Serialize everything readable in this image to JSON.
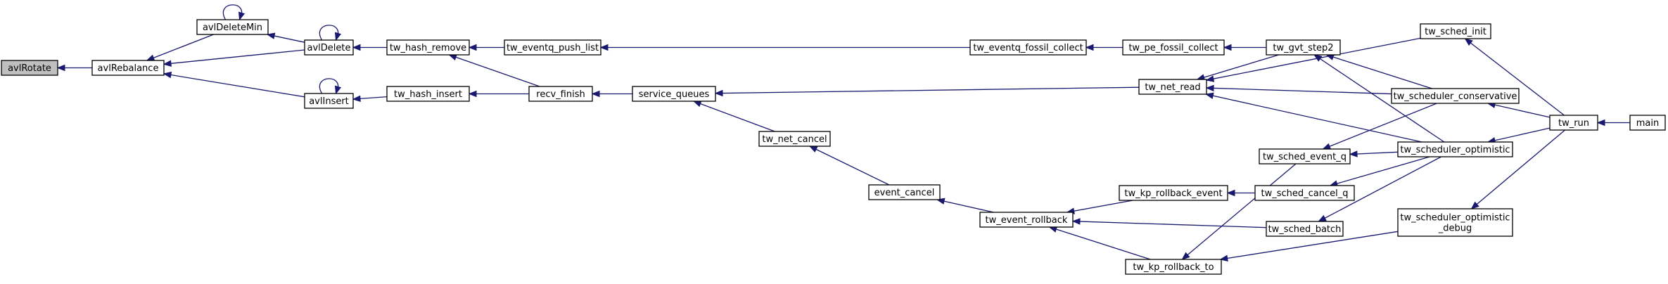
{
  "diagram": {
    "type": "call-graph",
    "colors": {
      "edge": "#191970",
      "node_border": "#000000",
      "highlight_fill": "#bfbfbf",
      "node_fill": "#ffffff"
    },
    "nodes": [
      {
        "id": "avlRotate",
        "label": "avlRotate",
        "highlight": true
      },
      {
        "id": "avlRebalance",
        "label": "avlRebalance"
      },
      {
        "id": "avlDeleteMin",
        "label": "avlDeleteMin"
      },
      {
        "id": "avlDelete",
        "label": "avlDelete"
      },
      {
        "id": "avlInsert",
        "label": "avlInsert"
      },
      {
        "id": "tw_hash_remove",
        "label": "tw_hash_remove"
      },
      {
        "id": "tw_hash_insert",
        "label": "tw_hash_insert"
      },
      {
        "id": "tw_eventq_push_list",
        "label": "tw_eventq_push_list"
      },
      {
        "id": "recv_finish",
        "label": "recv_finish"
      },
      {
        "id": "service_queues",
        "label": "service_queues"
      },
      {
        "id": "tw_net_cancel",
        "label": "tw_net_cancel"
      },
      {
        "id": "event_cancel",
        "label": "event_cancel"
      },
      {
        "id": "tw_event_rollback",
        "label": "tw_event_rollback"
      },
      {
        "id": "tw_eventq_fossil_collect",
        "label": "tw_eventq_fossil_collect"
      },
      {
        "id": "tw_pe_fossil_collect",
        "label": "tw_pe_fossil_collect"
      },
      {
        "id": "tw_net_read",
        "label": "tw_net_read"
      },
      {
        "id": "tw_kp_rollback_event",
        "label": "tw_kp_rollback_event"
      },
      {
        "id": "tw_kp_rollback_to",
        "label": "tw_kp_rollback_to"
      },
      {
        "id": "tw_gvt_step2",
        "label": "tw_gvt_step2"
      },
      {
        "id": "tw_sched_event_q",
        "label": "tw_sched_event_q"
      },
      {
        "id": "tw_sched_cancel_q",
        "label": "tw_sched_cancel_q"
      },
      {
        "id": "tw_sched_batch",
        "label": "tw_sched_batch"
      },
      {
        "id": "tw_sched_init",
        "label": "tw_sched_init"
      },
      {
        "id": "tw_scheduler_conservative",
        "label": "tw_scheduler_conservative"
      },
      {
        "id": "tw_scheduler_optimistic",
        "label": "tw_scheduler_optimistic"
      },
      {
        "id": "tw_scheduler_optimistic_debug",
        "label": "tw_scheduler_optimistic\n_debug"
      },
      {
        "id": "tw_run",
        "label": "tw_run"
      },
      {
        "id": "main",
        "label": "main"
      }
    ],
    "edges": [
      {
        "from": "avlRebalance",
        "to": "avlRotate"
      },
      {
        "from": "avlDeleteMin",
        "to": "avlRebalance"
      },
      {
        "from": "avlDelete",
        "to": "avlRebalance"
      },
      {
        "from": "avlInsert",
        "to": "avlRebalance"
      },
      {
        "from": "avlDeleteMin",
        "to": "avlDeleteMin"
      },
      {
        "from": "avlDelete",
        "to": "avlDeleteMin"
      },
      {
        "from": "avlDelete",
        "to": "avlDelete"
      },
      {
        "from": "avlInsert",
        "to": "avlInsert"
      },
      {
        "from": "tw_hash_remove",
        "to": "avlDelete"
      },
      {
        "from": "tw_hash_insert",
        "to": "avlInsert"
      },
      {
        "from": "tw_eventq_push_list",
        "to": "tw_hash_remove"
      },
      {
        "from": "recv_finish",
        "to": "tw_hash_remove"
      },
      {
        "from": "recv_finish",
        "to": "tw_hash_insert"
      },
      {
        "from": "service_queues",
        "to": "recv_finish"
      },
      {
        "from": "tw_eventq_fossil_collect",
        "to": "tw_eventq_push_list"
      },
      {
        "from": "tw_net_cancel",
        "to": "service_queues"
      },
      {
        "from": "tw_net_read",
        "to": "service_queues"
      },
      {
        "from": "event_cancel",
        "to": "tw_net_cancel"
      },
      {
        "from": "tw_event_rollback",
        "to": "event_cancel"
      },
      {
        "from": "tw_pe_fossil_collect",
        "to": "tw_eventq_fossil_collect"
      },
      {
        "from": "tw_gvt_step2",
        "to": "tw_pe_fossil_collect"
      },
      {
        "from": "tw_kp_rollback_event",
        "to": "tw_event_rollback"
      },
      {
        "from": "tw_sched_batch",
        "to": "tw_event_rollback"
      },
      {
        "from": "tw_kp_rollback_to",
        "to": "tw_event_rollback"
      },
      {
        "from": "tw_gvt_step2",
        "to": "tw_net_read"
      },
      {
        "from": "tw_sched_init",
        "to": "tw_net_read"
      },
      {
        "from": "tw_scheduler_conservative",
        "to": "tw_net_read"
      },
      {
        "from": "tw_scheduler_optimistic",
        "to": "tw_net_read"
      },
      {
        "from": "tw_sched_cancel_q",
        "to": "tw_kp_rollback_event"
      },
      {
        "from": "tw_sched_event_q",
        "to": "tw_kp_rollback_to"
      },
      {
        "from": "tw_scheduler_optimistic_debug",
        "to": "tw_kp_rollback_to"
      },
      {
        "from": "tw_scheduler_conservative",
        "to": "tw_gvt_step2"
      },
      {
        "from": "tw_scheduler_optimistic",
        "to": "tw_gvt_step2"
      },
      {
        "from": "tw_scheduler_conservative",
        "to": "tw_sched_event_q"
      },
      {
        "from": "tw_scheduler_optimistic",
        "to": "tw_sched_event_q"
      },
      {
        "from": "tw_scheduler_optimistic",
        "to": "tw_sched_cancel_q"
      },
      {
        "from": "tw_scheduler_optimistic",
        "to": "tw_sched_batch"
      },
      {
        "from": "tw_run",
        "to": "tw_sched_init"
      },
      {
        "from": "tw_run",
        "to": "tw_scheduler_conservative"
      },
      {
        "from": "tw_run",
        "to": "tw_scheduler_optimistic"
      },
      {
        "from": "tw_run",
        "to": "tw_scheduler_optimistic_debug"
      },
      {
        "from": "main",
        "to": "tw_run"
      }
    ]
  }
}
